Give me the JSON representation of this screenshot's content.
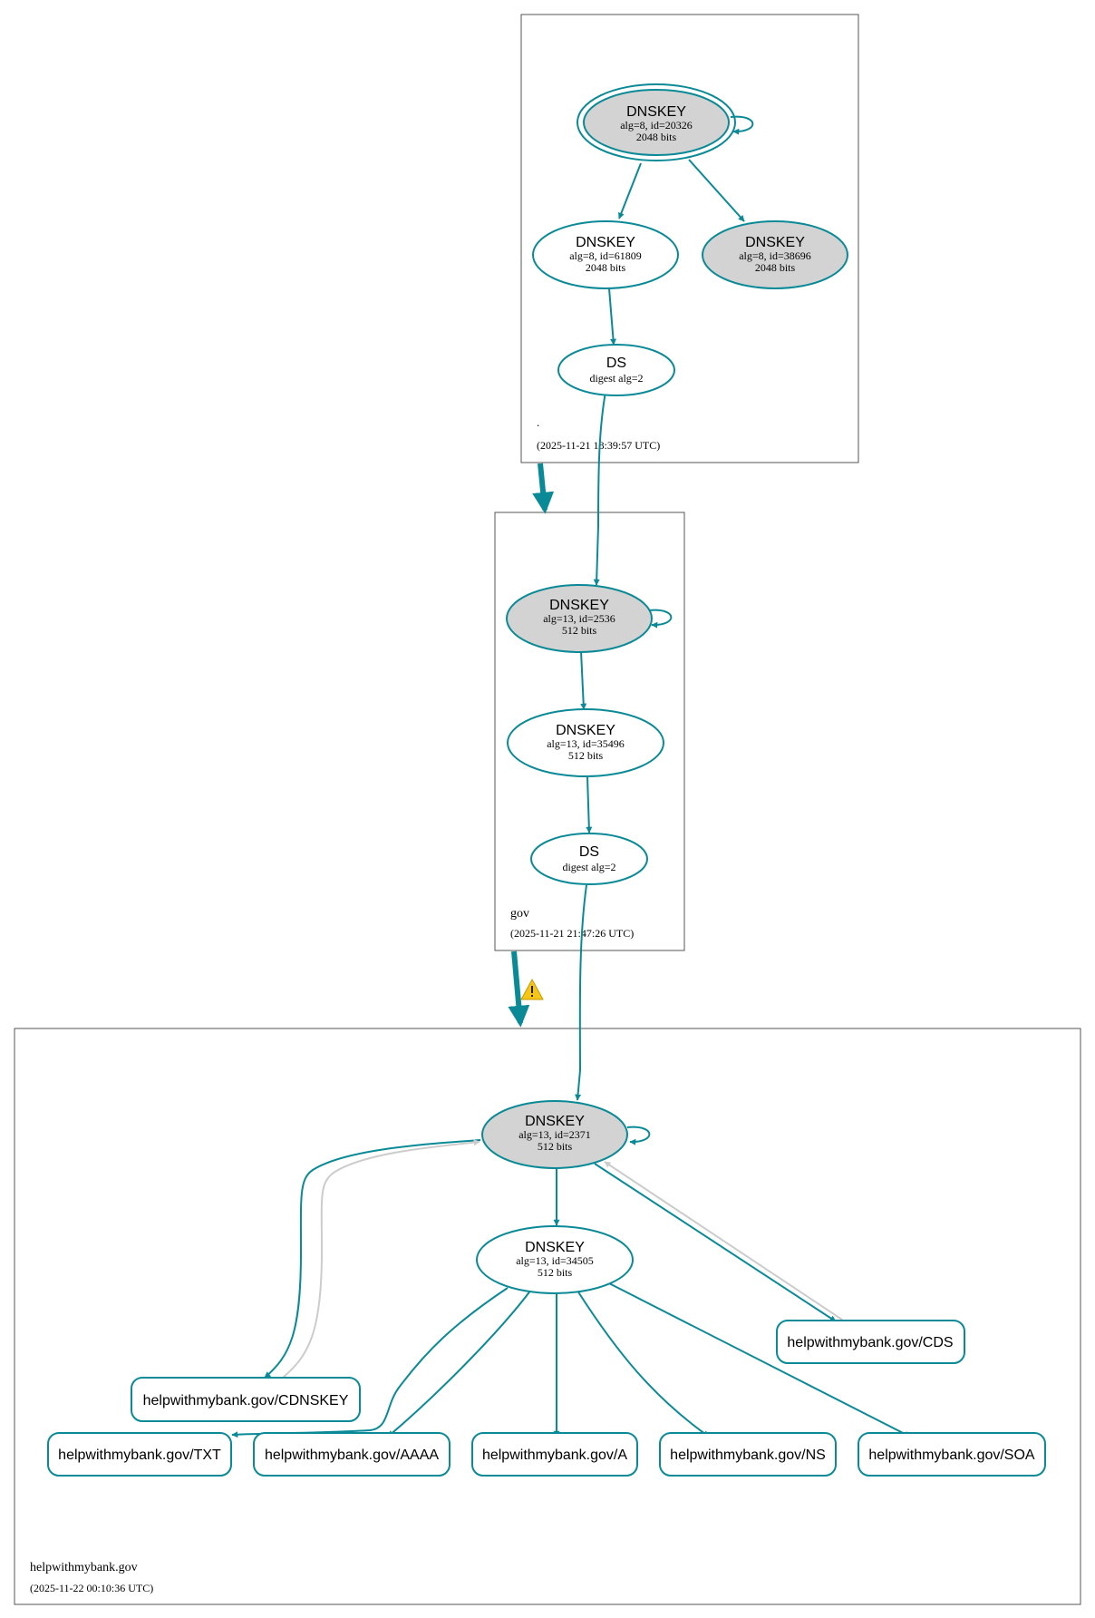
{
  "zones": {
    "root": {
      "name": ".",
      "timestamp": "(2025-11-21 18:39:57 UTC)"
    },
    "gov": {
      "name": "gov",
      "timestamp": "(2025-11-21 21:47:26 UTC)"
    },
    "domain": {
      "name": "helpwithmybank.gov",
      "timestamp": "(2025-11-22 00:10:36 UTC)"
    }
  },
  "nodes": {
    "root_ksk": {
      "title": "DNSKEY",
      "detail": "alg=8, id=20326",
      "size": "2048 bits"
    },
    "root_zsk": {
      "title": "DNSKEY",
      "detail": "alg=8, id=61809",
      "size": "2048 bits"
    },
    "root_key3": {
      "title": "DNSKEY",
      "detail": "alg=8, id=38696",
      "size": "2048 bits"
    },
    "root_ds": {
      "title": "DS",
      "detail": "digest alg=2"
    },
    "gov_ksk": {
      "title": "DNSKEY",
      "detail": "alg=13, id=2536",
      "size": "512 bits"
    },
    "gov_zsk": {
      "title": "DNSKEY",
      "detail": "alg=13, id=35496",
      "size": "512 bits"
    },
    "gov_ds": {
      "title": "DS",
      "detail": "digest alg=2"
    },
    "dom_ksk": {
      "title": "DNSKEY",
      "detail": "alg=13, id=2371",
      "size": "512 bits"
    },
    "dom_zsk": {
      "title": "DNSKEY",
      "detail": "alg=13, id=34505",
      "size": "512 bits"
    }
  },
  "records": {
    "cdnskey": "helpwithmybank.gov/CDNSKEY",
    "cds": "helpwithmybank.gov/CDS",
    "txt": "helpwithmybank.gov/TXT",
    "aaaa": "helpwithmybank.gov/AAAA",
    "a": "helpwithmybank.gov/A",
    "ns": "helpwithmybank.gov/NS",
    "soa": "helpwithmybank.gov/SOA"
  },
  "colors": {
    "edge": "#0a8a96",
    "key_fill_sep": "#d3d3d3",
    "box_border": "#555555",
    "faded_edge": "#cccccc",
    "warning": "#f5c518"
  },
  "icons": {
    "warning": "warning-icon"
  }
}
